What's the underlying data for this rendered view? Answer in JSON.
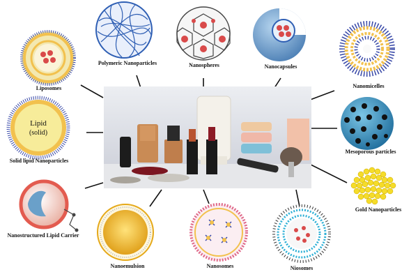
{
  "center_image": {
    "description_icon": "cosmetics-products-photo-icon"
  },
  "carriers": [
    {
      "id": "liposomes",
      "label": "Liposomes"
    },
    {
      "id": "polymeric",
      "label": "Polymeric Nanoparticles"
    },
    {
      "id": "nanospheres",
      "label": "Nanospheres"
    },
    {
      "id": "nanocapsules",
      "label": "Nanocapsules"
    },
    {
      "id": "nanomicelles",
      "label": "Nanomicelles"
    },
    {
      "id": "mesoporous",
      "label": "Mesoporous particles"
    },
    {
      "id": "gold",
      "label": "Gold Nanoparticles"
    },
    {
      "id": "niosomes",
      "label": "Niosomes"
    },
    {
      "id": "nanosomes",
      "label": "Nanosomes"
    },
    {
      "id": "nanoemulsion",
      "label": "Nanoemulsion"
    },
    {
      "id": "nlc",
      "label": "Nanostructured Lipid Carrier"
    },
    {
      "id": "sln",
      "label": "Solid lipid Nanoparticles"
    }
  ],
  "sln_inner_text": [
    "Lipid",
    "(solid)"
  ],
  "colors": {
    "lipid_head": "#f2c14e",
    "tail": "#3a4aa8",
    "drug": "#d94a4a",
    "polymer": "#2f5fb4",
    "mesoporous": "#3a88b8",
    "gold": "#f5dc2a",
    "emulsion": "#e5a91a",
    "nlc": "#e35b4f"
  }
}
